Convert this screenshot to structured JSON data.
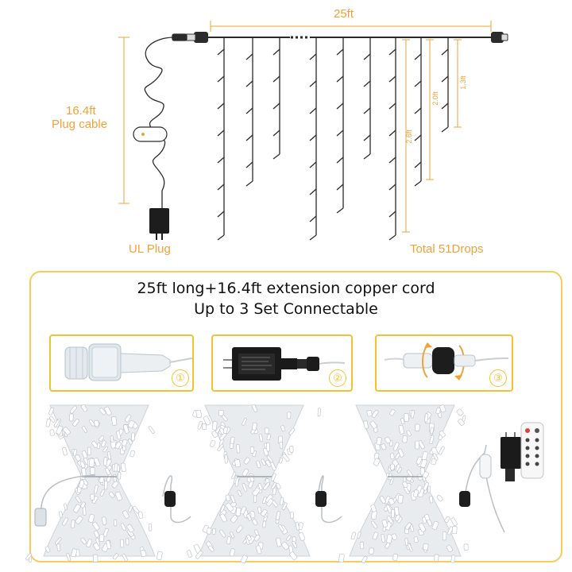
{
  "diagram": {
    "length_label": "25ft",
    "plug_cable_label_line1": "16.4ft",
    "plug_cable_label_line2": "Plug cable",
    "plug_label": "UL Plug",
    "drops_label": "Total 51Drops",
    "drop_lengths": [
      "2.6ft",
      "2.0ft",
      "1.3ft"
    ]
  },
  "panel": {
    "headline_line1": "25ft long+16.4ft extension copper cord",
    "headline_line2": "Up to 3 Set Connectable",
    "steps": [
      "①",
      "②",
      "③"
    ]
  },
  "colors": {
    "accent": "#f0a23a",
    "border": "#f5cd57",
    "wire": "#2a2a2a"
  }
}
